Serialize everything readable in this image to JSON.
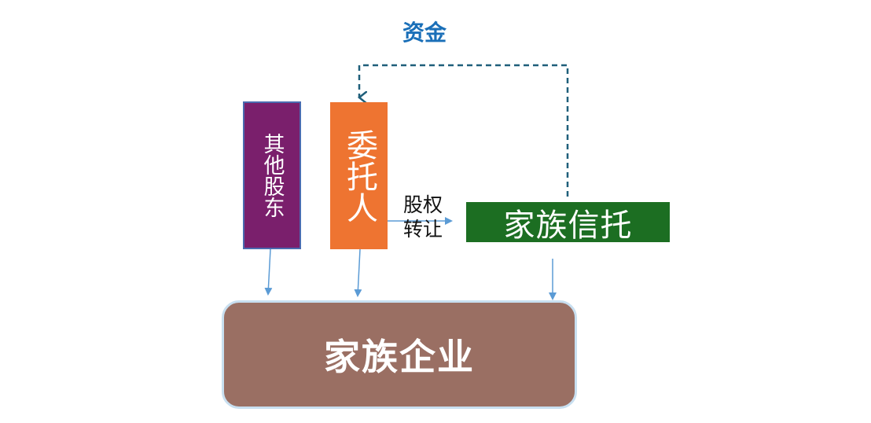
{
  "nodes": {
    "other_shareholders": "其他股东",
    "settlor": "委托人",
    "family_trust": "家族信托",
    "family_enterprise": "家族企业"
  },
  "edges": {
    "funds": "资金",
    "equity_transfer_line1": "股权",
    "equity_transfer_line2": "转让"
  },
  "colors": {
    "other_shareholders": "#7a1f6c",
    "settlor": "#ee7431",
    "family_trust": "#1c6e22",
    "family_enterprise": "#9a6f63",
    "funds_label": "#1a6fb8",
    "funds_line": "#1f5f7a",
    "arrow": "#5b9bd5"
  }
}
